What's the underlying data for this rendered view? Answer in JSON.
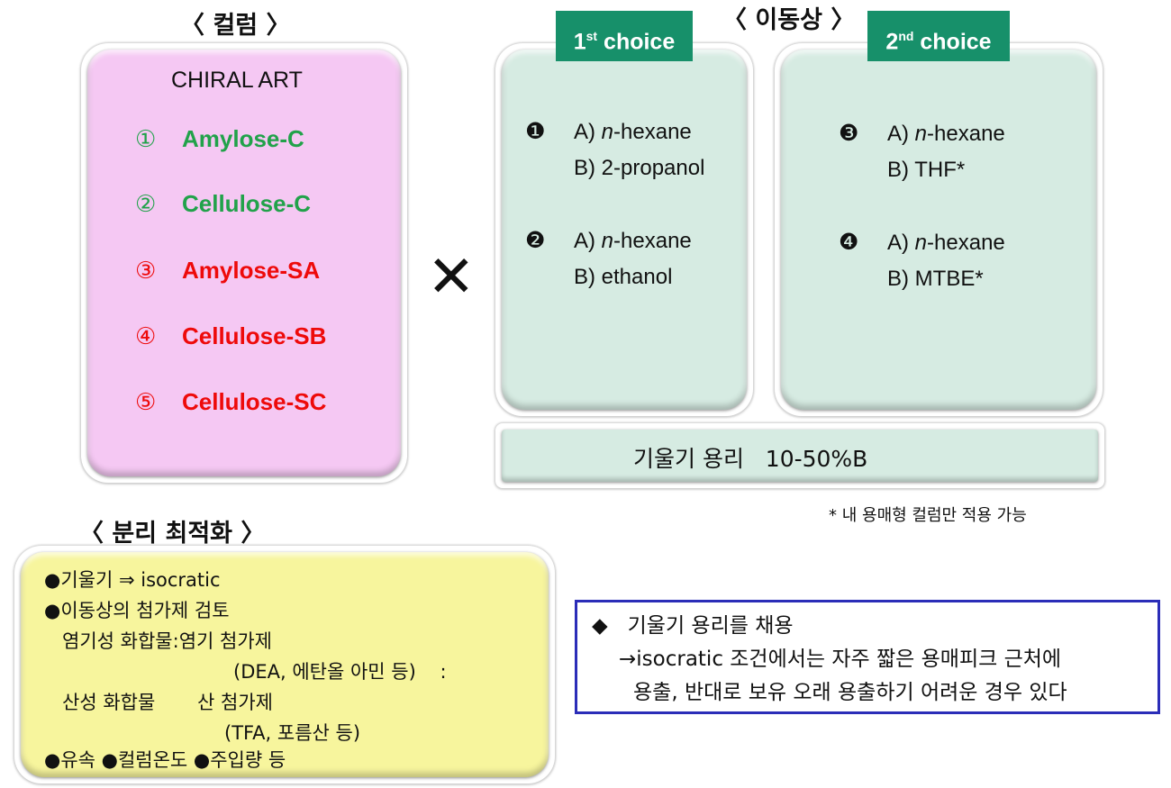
{
  "column_section": {
    "heading": "〈 컬럼 〉",
    "title": "CHIRAL ART",
    "items": [
      {
        "num": "①",
        "label": "Amylose-C"
      },
      {
        "num": "②",
        "label": "Cellulose-C"
      },
      {
        "num": "③",
        "label": "Amylose-SA"
      },
      {
        "num": "④",
        "label": "Cellulose-SB"
      },
      {
        "num": "⑤",
        "label": "Cellulose-SC"
      }
    ]
  },
  "times_symbol": "✕",
  "mobile_phase": {
    "heading": "〈 이동상 〉",
    "first_choice": {
      "tab_prefix": "1",
      "tab_sup": "st",
      "tab_suffix": " choice",
      "options": [
        {
          "bullet": "❶",
          "a_prefix": "A) ",
          "a_italic": "n",
          "a_rest": "-hexane",
          "b": "B) 2-propanol"
        },
        {
          "bullet": "❷",
          "a_prefix": "A) ",
          "a_italic": "n",
          "a_rest": "-hexane",
          "b": "B) ethanol"
        }
      ]
    },
    "second_choice": {
      "tab_prefix": "2",
      "tab_sup": "nd",
      "tab_suffix": " choice",
      "options": [
        {
          "bullet": "❸",
          "a_prefix": "A) ",
          "a_italic": "n",
          "a_rest": "-hexane",
          "b": "B) THF*"
        },
        {
          "bullet": "❹",
          "a_prefix": "A) ",
          "a_italic": "n",
          "a_rest": "-hexane",
          "b": "B) MTBE*"
        }
      ]
    },
    "gradient": "기울기 용리   10-50%B",
    "footnote": "* 내 용매형 컬럼만 적용 가능"
  },
  "optimization": {
    "heading": "〈 분리 최적화 〉",
    "lines": [
      "●기울기 ⇒ isocratic",
      "●이동상의 첨가제 검토",
      "   염기성 화합물:염기 첨가제",
      "(DEA, 에탄올 아민 등)    :",
      "   산성 화합물       산 첨가제",
      "(TFA, 포름산 등)",
      "●유속 ●컬럼온도 ●주입량 등"
    ]
  },
  "note": {
    "line1": "◆   기울기 용리를 채용",
    "line2": "→isocratic 조건에서는 자주 짧은 용매피크 근처에",
    "line3": "용출, 반대로 보유 오래 용출하기 어려운 경우 있다"
  }
}
